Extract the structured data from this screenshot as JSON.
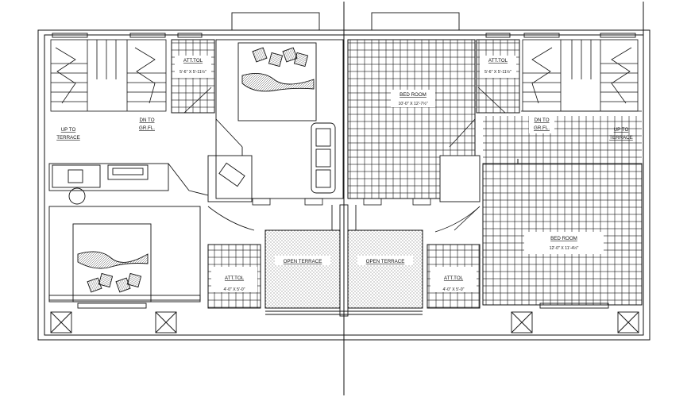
{
  "labels": {
    "att_tol_top_left": "ATT.TOL",
    "att_tol_top_left_size": "5'-6\" X 5'-11½\"",
    "att_tol_top_right": "ATT.TOL",
    "att_tol_top_right_size": "5'-6\" X 5'-11½\"",
    "bed_room_top": "BED ROOM",
    "bed_room_top_size": "10'-0\" X 12'-7½\"",
    "dn_to_left": [
      "DN TO",
      "GR.FL."
    ],
    "dn_to_right": [
      "DN TO",
      "GR.FL."
    ],
    "up_to_left": [
      "UP TO",
      "TERRACE"
    ],
    "up_to_right": [
      "UP TO",
      "TERRACE"
    ],
    "open_terrace_left": "OPEN TERRACE",
    "open_terrace_right": "OPEN TERRACE",
    "att_tol_bottom_left": "ATT.TOL",
    "att_tol_bottom_left_size": "4'-0\" X 5'-0\"",
    "att_tol_bottom_right": "ATT.TOL",
    "att_tol_bottom_right_size": "4'-0\" X 5'-0\"",
    "bed_room_right": "BED ROOM",
    "bed_room_right_size": "12'-0\" X 11'-4½\""
  }
}
